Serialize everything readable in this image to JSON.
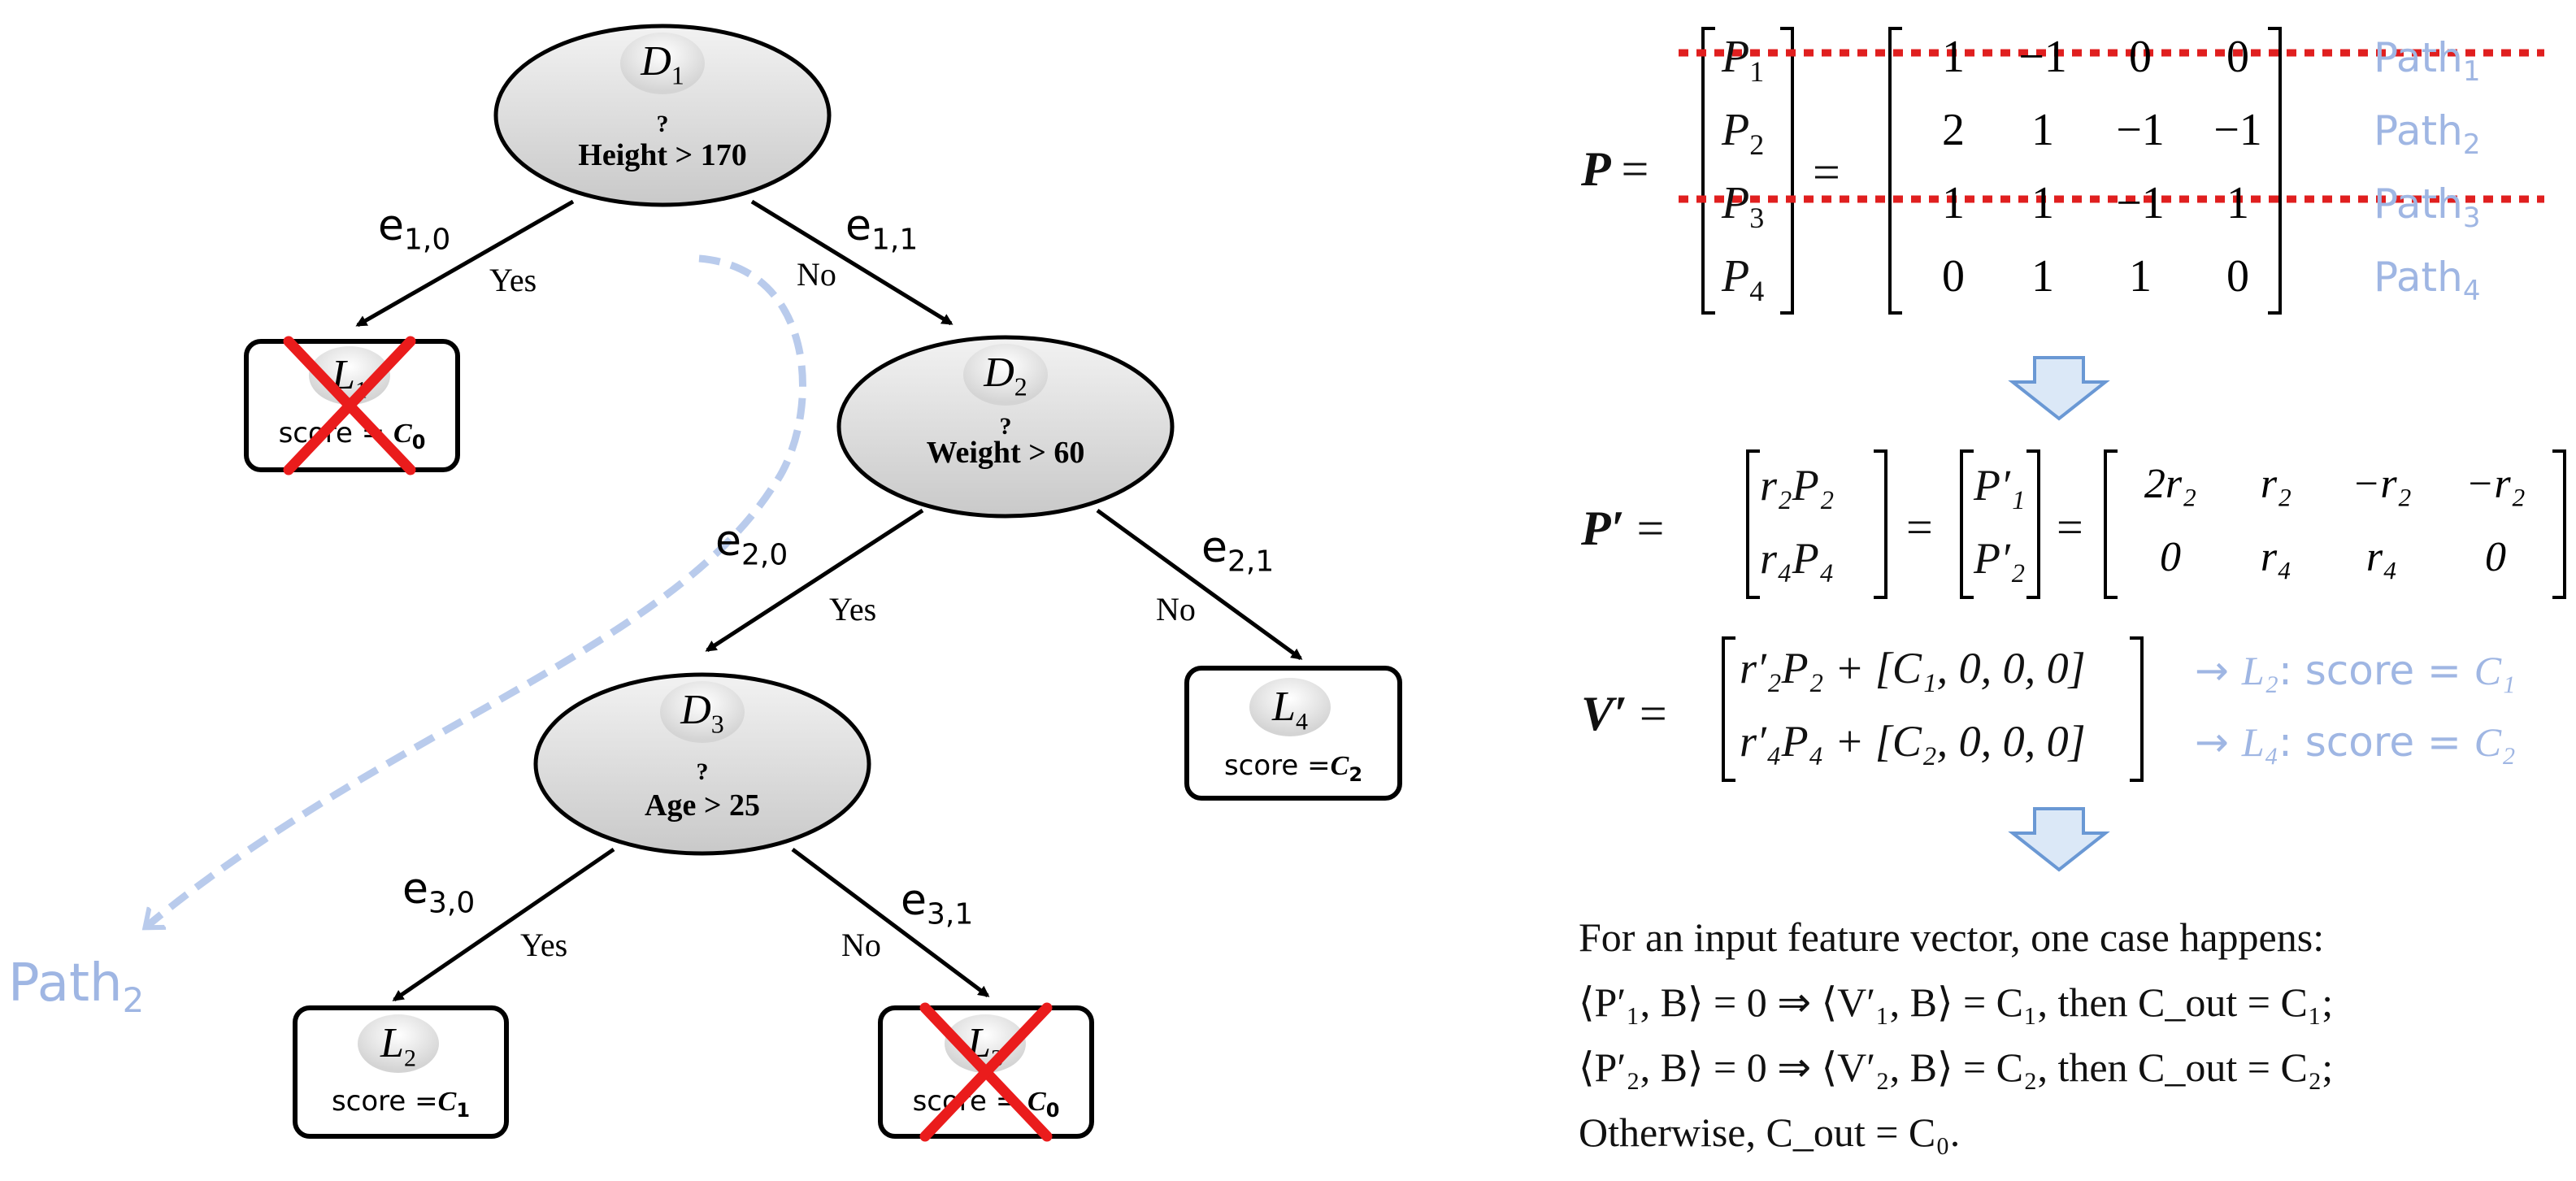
{
  "tree": {
    "nodes": {
      "d1": {
        "name": "D",
        "sub": "1",
        "condition": "Height > 170",
        "q": "?"
      },
      "d2": {
        "name": "D",
        "sub": "2",
        "condition": "Weight > 60",
        "q": "?"
      },
      "d3": {
        "name": "D",
        "sub": "3",
        "condition": "Age > 25",
        "q": "?"
      }
    },
    "leaves": {
      "l1": {
        "name": "L",
        "sub": "1",
        "score": "score =",
        "scoreval": "C",
        "scoresub": "0",
        "crossed": true
      },
      "l4": {
        "name": "L",
        "sub": "4",
        "score": "score =",
        "scoreval": "C",
        "scoresub": "2",
        "crossed": false
      },
      "l2": {
        "name": "L",
        "sub": "2",
        "score": "score =",
        "scoreval": "C",
        "scoresub": "1",
        "crossed": false
      },
      "l3": {
        "name": "L",
        "sub": "3",
        "score": "score =",
        "scoreval": "C",
        "scoresub": "0",
        "crossed": true
      }
    },
    "edges": {
      "e10": {
        "base": "e",
        "sub": "1,0",
        "answer": "Yes"
      },
      "e11": {
        "base": "e",
        "sub": "1,1",
        "answer": "No"
      },
      "e20": {
        "base": "e",
        "sub": "2,0",
        "answer": "Yes"
      },
      "e21": {
        "base": "e",
        "sub": "2,1",
        "answer": "No"
      },
      "e30": {
        "base": "e",
        "sub": "3,0",
        "answer": "Yes"
      },
      "e31": {
        "base": "e",
        "sub": "3,1",
        "answer": "No"
      }
    },
    "path_label": {
      "base": "Path",
      "sub": "2"
    }
  },
  "matrix_p": {
    "lhs": "P",
    "rows": [
      {
        "p": "P",
        "psub": "1",
        "vals": [
          "1",
          "−1",
          "0",
          "0"
        ],
        "path": "Path",
        "pathsub": "1",
        "highlight": true
      },
      {
        "p": "P",
        "psub": "2",
        "vals": [
          "2",
          "1",
          "−1",
          "−1"
        ],
        "path": "Path",
        "pathsub": "2",
        "highlight": false
      },
      {
        "p": "P",
        "psub": "3",
        "vals": [
          "1",
          "1",
          "−1",
          "1"
        ],
        "path": "Path",
        "pathsub": "3",
        "highlight": true
      },
      {
        "p": "P",
        "psub": "4",
        "vals": [
          "0",
          "1",
          "1",
          "0"
        ],
        "path": "Path",
        "pathsub": "4",
        "highlight": false
      }
    ]
  },
  "matrix_pprime": {
    "lhs": "P′",
    "left": [
      "r₂P₂",
      "r₄P₄"
    ],
    "mid": [
      "P′₁",
      "P′₂"
    ],
    "right": [
      [
        "2r₂",
        "r₂",
        "−r₂",
        "−r₂"
      ],
      [
        "0",
        "r₄",
        "r₄",
        "0"
      ]
    ]
  },
  "matrix_vprime": {
    "lhs": "V′",
    "rows": [
      {
        "expr": "r′₂P₂ + [C₁, 0, 0, 0]",
        "arrow": "→",
        "leaf": "L₂",
        "note": ": score = ",
        "c": "C₁"
      },
      {
        "expr": "r′₄P₄ + [C₂, 0, 0, 0]",
        "arrow": "→",
        "leaf": "L₄",
        "note": ": score = ",
        "c": "C₂"
      }
    ]
  },
  "conclusion": [
    "For an input feature vector, one case happens:",
    "⟨P′₁, B⟩ = 0 ⇒ ⟨V′₁, B⟩ = C₁, then C_out = C₁;",
    "⟨P′₂, B⟩ = 0 ⇒ ⟨V′₂, B⟩ = C₂, then C_out = C₂;",
    "Otherwise, C_out = C₀."
  ],
  "colors": {
    "dash_red": "#e01f1f",
    "path_blue": "#9fb6e3",
    "arrow_fill": "#dbe8f7",
    "arrow_stroke": "#6a98d4",
    "node_fill": "#d9d9d9",
    "cross": "#ea1c1c"
  }
}
